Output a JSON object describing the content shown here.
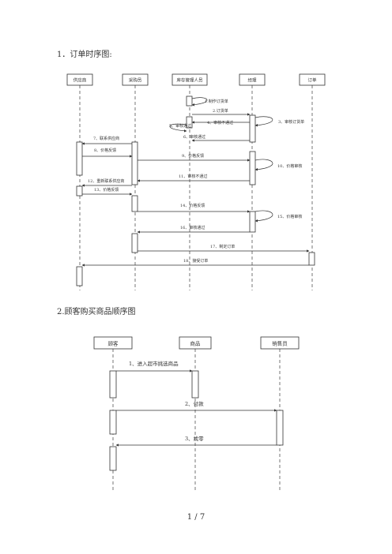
{
  "section1": {
    "title": "1．订单时序图:"
  },
  "section2": {
    "title": "2.顾客购买商品顺序图"
  },
  "page": {
    "number": "1 / 7"
  },
  "diagram1": {
    "participants": [
      "供应商",
      "采购员",
      "库存管理人员",
      "经理",
      "订单"
    ],
    "messages": [
      "1.制作订货单",
      "2.订货单",
      "3、审核订货单",
      "4、审核不通过",
      "5、审核通过",
      "6、审核通过",
      "7、联系供应商",
      "8、价格反馈",
      "9、价格反馈",
      "10、价格审核",
      "11、审核不通过",
      "12、重新联系供应商",
      "13、价格反馈",
      "14、价格反馈",
      "15、价格审核",
      "16、审核通过",
      "17、制定订单",
      "18、接受订单"
    ]
  },
  "diagram2": {
    "participants": [
      "顾客",
      "商品",
      "销售员"
    ],
    "messages": [
      "1、进入超市挑选商品",
      "2、付款",
      "3、找零"
    ]
  },
  "colors": {
    "line": "#333333",
    "background": "#ffffff"
  }
}
